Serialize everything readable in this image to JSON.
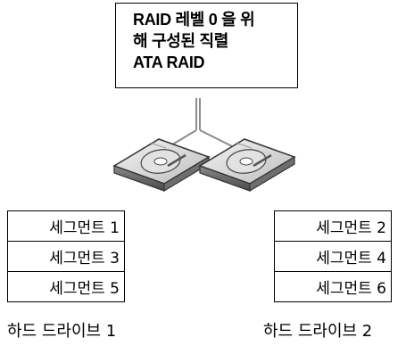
{
  "title_lines": [
    "RAID 레벨 0 을 위",
    "해 구성된 직렬",
    "ATA RAID"
  ],
  "drives": [
    {
      "label": "하드 드라이브 1",
      "segments": [
        "세그먼트 1",
        "세그먼트 3",
        "세그먼트 5"
      ]
    },
    {
      "label": "하드 드라이브 2",
      "segments": [
        "세그먼트 2",
        "세그먼트 4",
        "세그먼트 6"
      ]
    }
  ]
}
